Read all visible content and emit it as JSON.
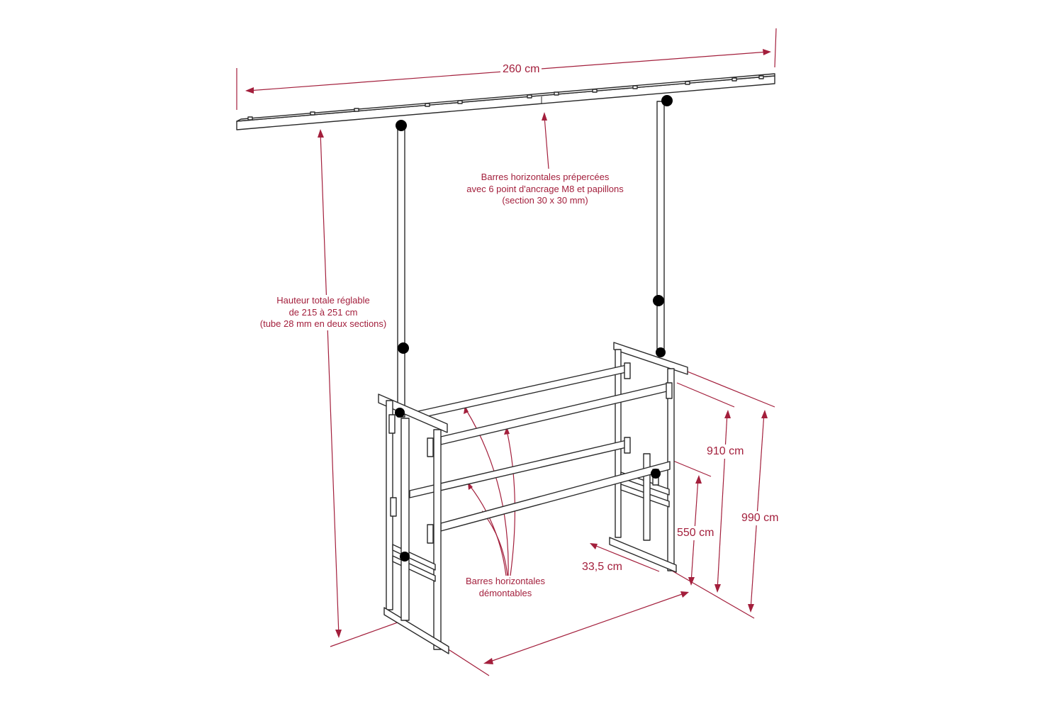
{
  "diagram": {
    "accent_color": "#a31f3c",
    "line_color": "#2a2a2a",
    "dimensions": {
      "width_top": "260 cm",
      "depth_upper": "910 cm",
      "depth_total": "990 cm",
      "height_lower": "550 cm",
      "foot_depth": "33,5 cm"
    },
    "annotations": {
      "crossbars": {
        "line1": "Barres horizontales prépercées",
        "line2": "avec 6 point d'ancrage M8 et papillons",
        "line3": "(section 30 x 30 mm)"
      },
      "height": {
        "line1": "Hauteur totale réglable",
        "line2": "de 215 à 251 cm",
        "line3": "(tube 28 mm en deux sections)"
      },
      "removable_bars": {
        "line1": "Barres horizontales",
        "line2": "démontables"
      }
    }
  }
}
